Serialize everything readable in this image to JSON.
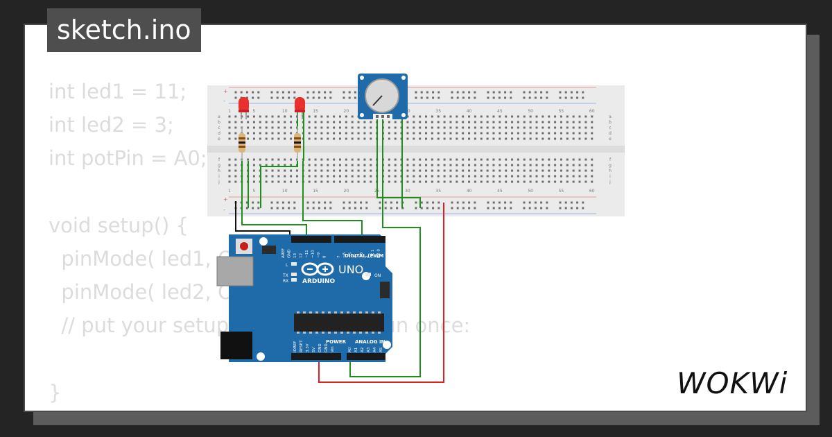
{
  "file_tab": {
    "title": "sketch.ino"
  },
  "code_lines": [
    "int led1 = 11;",
    "int led2 = 3;",
    "int potPin = A0;",
    "",
    "void setup() {",
    "  pinMode( led1, OUTPUT);",
    "  pinMode( led2, OUTPUT);",
    "  // put your setup code here, to run once:",
    "",
    "}"
  ],
  "breadboard": {
    "column_numbers": [
      "1",
      "5",
      "10",
      "15",
      "20",
      "25",
      "30",
      "35",
      "40",
      "45",
      "50",
      "55",
      "60"
    ],
    "row_letters_top": [
      "a",
      "b",
      "c",
      "d",
      "e"
    ],
    "row_letters_bottom": [
      "f",
      "g",
      "h",
      "i",
      "j"
    ],
    "rail_plus": "+",
    "rail_minus": "-"
  },
  "arduino": {
    "brand": "ARDUINO",
    "model": "UNO",
    "digital_header": "DIGITAL (PWM ~)",
    "power_header": "POWER",
    "analog_header": "ANALOG IN",
    "top_pins": [
      "AREF",
      "GND",
      "13",
      "12",
      "~11",
      "~10",
      "~9",
      "8",
      "7",
      "~6",
      "~5",
      "4",
      "~3",
      "2",
      "TX 1",
      "RX 0"
    ],
    "bottom_pins": [
      "IOREF",
      "RESET",
      "3.3V",
      "5V",
      "GND",
      "GND",
      "Vin",
      "A0",
      "A1",
      "A2",
      "A3",
      "A4",
      "A5"
    ],
    "leds": [
      "L",
      "TX",
      "RX",
      "ON"
    ]
  },
  "brand_logo": "WOKWi",
  "colors": {
    "background": "#242424",
    "card": "#ffffff",
    "code_text": "#dcdcdc",
    "board_blue": "#1f6aa8",
    "wire_green": "#1d8f1d",
    "wire_red": "#e02020",
    "wire_black": "#111111",
    "led_red": "#e8312f"
  }
}
